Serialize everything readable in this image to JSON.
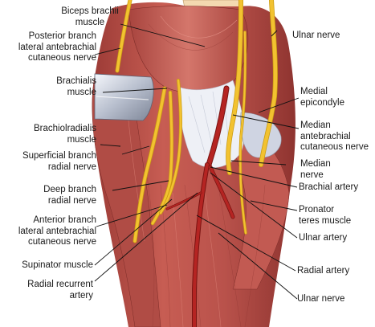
{
  "labels": {
    "biceps_brachii": [
      "Biceps brachii",
      "muscle"
    ],
    "posterior_branch": [
      "Posterior branch",
      "lateral antebrachial",
      "cutaneous nerve"
    ],
    "brachialis": [
      "Brachialis",
      "muscle"
    ],
    "brachioradialis": [
      "Brachiolradialis",
      "muscle"
    ],
    "superficial_branch": [
      "Superficial branch",
      "radial nerve"
    ],
    "deep_branch": [
      "Deep branch",
      "radial nerve"
    ],
    "anterior_branch": [
      "Anterior branch",
      "lateral antebrachial",
      "cutaneous nerve"
    ],
    "supinator": [
      "Supinator muscle"
    ],
    "radial_recurrent": [
      "Radial recurrent",
      "artery"
    ],
    "ulnar_nerve_top": [
      "Ulnar nerve"
    ],
    "medial_epicondyle": [
      "Medial",
      "epicondyle"
    ],
    "median_antebrachial": [
      "Median",
      "antebrachial",
      "cutaneous nerve"
    ],
    "median_nerve": [
      "Median",
      "nerve"
    ],
    "brachial_artery": [
      "Brachial artery"
    ],
    "pronator_teres": [
      "Pronator",
      "teres muscle"
    ],
    "ulnar_artery": [
      "Ulnar artery"
    ],
    "radial_artery": [
      "Radial artery"
    ],
    "ulnar_nerve_bottom": [
      "Ulnar nerve"
    ]
  },
  "colors": {
    "muscle": "#b8504a",
    "muscle_dark": "#8e3531",
    "muscle_light": "#d47a6e",
    "tendon": "#eef0f6",
    "nerve": "#f2c230",
    "nerve_edge": "#c99a10",
    "artery": "#a21e1c",
    "bone": "#cfd4e2",
    "skin_flap": "#f3d9b0",
    "leader": "#111111"
  }
}
